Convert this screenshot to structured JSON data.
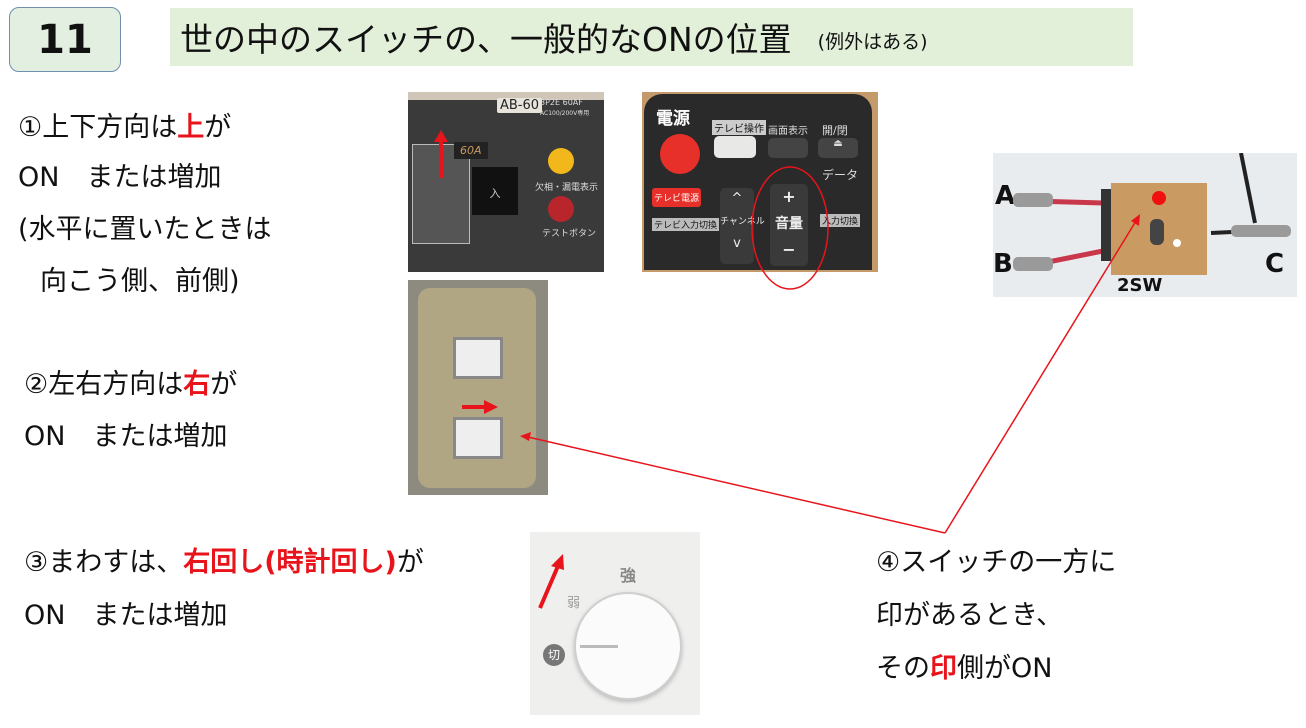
{
  "slide": {
    "number": "11",
    "title": "世の中のスイッチの、一般的なONの位置",
    "subtitle": "(例外はある)"
  },
  "items": [
    {
      "prefix": "①上下方向は",
      "highlight": "上",
      "suffix": "が",
      "line2": "ON　または増加",
      "line3": "(水平に置いたときは",
      "line4": "向こう側、前側)"
    },
    {
      "prefix": "②左右方向は",
      "highlight": "右",
      "suffix": "が",
      "line2": "ON　または増加"
    },
    {
      "prefix": "③まわすは、",
      "highlight": "右回し(時計回し)",
      "suffix": "が",
      "line2": "ON　または増加"
    },
    {
      "line1": "④スイッチの一方に",
      "line2": "印があるとき、",
      "prefix": "その",
      "highlight": "印",
      "suffix": "側がON"
    }
  ],
  "photos": {
    "breaker": {
      "model": "AB-60",
      "rating": "3P2E 60AF",
      "voltage": "AC100/200V専用",
      "handle": "60A",
      "on": "入",
      "indicator": "欠相・漏電表示",
      "test": "テストボタン"
    },
    "remote": {
      "power": "電源",
      "tv_op": "テレビ操作",
      "screen": "画面表示",
      "open": "開/閉",
      "data": "データ",
      "tv_power": "テレビ電源",
      "channel": "チャンネル",
      "volume": "音量",
      "tv_input": "テレビ入力切換",
      "input": "入力切換"
    },
    "toggle": {
      "a": "A",
      "b": "B",
      "c": "C",
      "name": "2SW"
    },
    "dial": {
      "strong": "強",
      "weak": "弱",
      "off": "切"
    }
  },
  "colors": {
    "accent_red": "#e8141b",
    "title_bg": "#e2efd9",
    "number_bg": "#e3efe0"
  }
}
